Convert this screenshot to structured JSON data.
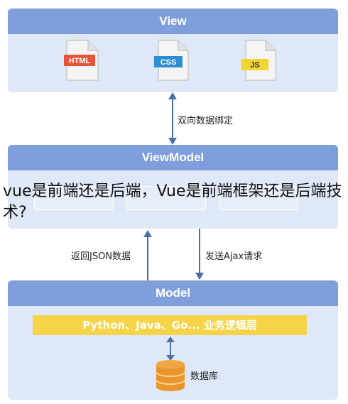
{
  "view": {
    "title": "View",
    "files": [
      {
        "label": "HTML",
        "color": "#e8543a"
      },
      {
        "label": "CSS",
        "color": "#2f8ecf"
      },
      {
        "label": "JS",
        "color": "#f2d531"
      }
    ]
  },
  "binding": {
    "label": "双向数据绑定"
  },
  "viewmodel": {
    "title": "ViewModel"
  },
  "overlay": {
    "text": "vue是前端还是后端，Vue是前端框架还是后端技术?"
  },
  "json_arrow": {
    "label": "返回JSON数据"
  },
  "ajax_arrow": {
    "label": "发送Ajax请求"
  },
  "model": {
    "title": "Model",
    "bar": "Python、Java、Go... 业务逻辑层"
  },
  "database": {
    "label": "数据库"
  },
  "colors": {
    "header": "#7f9fdc",
    "panel": "#dfe8f6",
    "arrow": "#4a6fa8",
    "bar": "#f6d44a",
    "db": "#e8952e"
  }
}
